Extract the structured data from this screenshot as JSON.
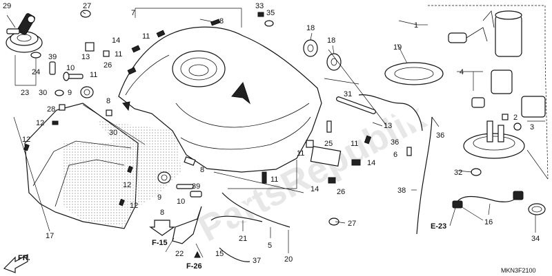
{
  "watermark": "PartsRepublik",
  "diagram_code": "MKN3F2100",
  "refs": {
    "f15": "F-15",
    "f26": "F-26",
    "e23": "E-23",
    "fr": "FR."
  },
  "labels": [
    {
      "id": "l1",
      "text": "1"
    },
    {
      "id": "l2",
      "text": "2"
    },
    {
      "id": "l3",
      "text": "3"
    },
    {
      "id": "l4",
      "text": "4"
    },
    {
      "id": "l5",
      "text": "5"
    },
    {
      "id": "l6",
      "text": "6"
    },
    {
      "id": "l7",
      "text": "7"
    },
    {
      "id": "l8",
      "text": "8"
    },
    {
      "id": "l9",
      "text": "9"
    },
    {
      "id": "l10",
      "text": "10"
    },
    {
      "id": "l11",
      "text": "11"
    },
    {
      "id": "l12",
      "text": "12"
    },
    {
      "id": "l13",
      "text": "13"
    },
    {
      "id": "l14",
      "text": "14"
    },
    {
      "id": "l15",
      "text": "15"
    },
    {
      "id": "l16",
      "text": "16"
    },
    {
      "id": "l17",
      "text": "17"
    },
    {
      "id": "l18",
      "text": "18"
    },
    {
      "id": "l19",
      "text": "19"
    },
    {
      "id": "l20",
      "text": "20"
    },
    {
      "id": "l21",
      "text": "21"
    },
    {
      "id": "l22",
      "text": "22"
    },
    {
      "id": "l23",
      "text": "23"
    },
    {
      "id": "l24",
      "text": "24"
    },
    {
      "id": "l25",
      "text": "25"
    },
    {
      "id": "l26",
      "text": "26"
    },
    {
      "id": "l27",
      "text": "27"
    },
    {
      "id": "l28",
      "text": "28"
    },
    {
      "id": "l29",
      "text": "29"
    },
    {
      "id": "l30",
      "text": "30"
    },
    {
      "id": "l31",
      "text": "31"
    },
    {
      "id": "l32",
      "text": "32"
    },
    {
      "id": "l33",
      "text": "33"
    },
    {
      "id": "l34",
      "text": "34"
    },
    {
      "id": "l35",
      "text": "35"
    },
    {
      "id": "l36",
      "text": "36"
    },
    {
      "id": "l37",
      "text": "37"
    },
    {
      "id": "l38",
      "text": "38"
    },
    {
      "id": "l39",
      "text": "39"
    }
  ]
}
